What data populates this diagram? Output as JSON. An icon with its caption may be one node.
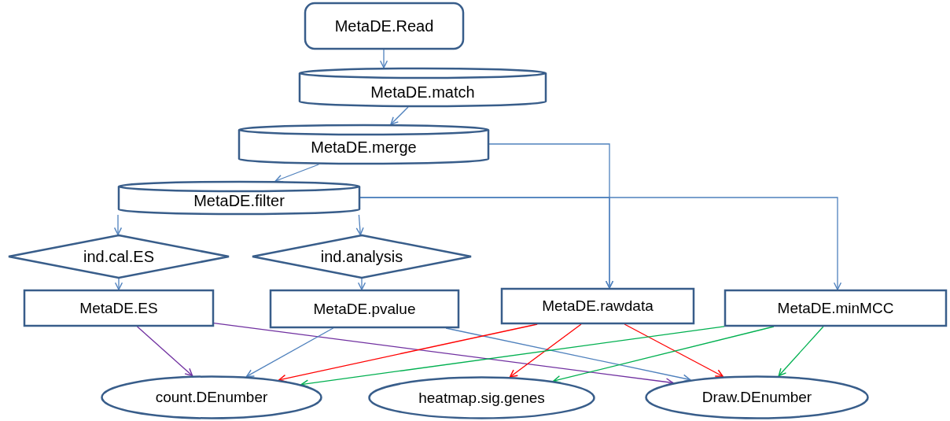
{
  "diagram": {
    "nodes": [
      {
        "text": [
          "MetaDE.Read"
        ]
      },
      {
        "text": [
          "MetaDE.match"
        ]
      },
      {
        "text": [
          "MetaDE.merge"
        ]
      },
      {
        "text": [
          "MetaDE.filter"
        ]
      },
      {
        "text": [
          "ind.cal.ES"
        ]
      },
      {
        "text": [
          "ind.analysis"
        ]
      },
      {
        "text": [
          "MetaDE.ES"
        ]
      },
      {
        "text": [
          "MetaDE.pvalue"
        ]
      },
      {
        "text": [
          "MetaDE.rawdata"
        ]
      },
      {
        "text": [
          "MetaDE.minMCC"
        ]
      },
      {
        "text": [
          "count.DEnumber"
        ]
      },
      {
        "text": [
          "heatmap.sig.genes"
        ]
      },
      {
        "text": [
          "Draw.DEnumber"
        ]
      }
    ],
    "edges": [
      {
        "from": 0,
        "to": 1,
        "arrow": "to"
      },
      {
        "from": 1,
        "to": 2,
        "arrow": "to"
      },
      {
        "from": 2,
        "to": 3,
        "arrow": "to"
      },
      {
        "from": 3,
        "to": 4,
        "arrow": "to"
      },
      {
        "from": 3,
        "to": 5,
        "arrow": "to"
      },
      {
        "from": 4,
        "to": 6,
        "arrow": "to"
      },
      {
        "from": 5,
        "to": 7,
        "arrow": "to"
      },
      {
        "from": 2,
        "to": 8,
        "arrow": "to"
      },
      {
        "from": 3,
        "to": 8,
        "arrow": "to"
      },
      {
        "from": 3,
        "to": 9,
        "arrow": "to"
      },
      {
        "from": 6,
        "to": 10,
        "arrow": "to",
        "color": "#7030a0"
      },
      {
        "from": 6,
        "to": 12,
        "arrow": "to",
        "color": "#7030a0"
      },
      {
        "from": 7,
        "to": 10,
        "arrow": "to"
      },
      {
        "from": 7,
        "to": 12,
        "arrow": "to"
      },
      {
        "from": 8,
        "to": 10,
        "arrow": "to",
        "color": "#ff0000"
      },
      {
        "from": 8,
        "to": 11,
        "arrow": "to",
        "color": "#ff0000"
      },
      {
        "from": 8,
        "to": 12,
        "arrow": "to",
        "color": "#ff0000"
      },
      {
        "from": 9,
        "to": 10,
        "arrow": "to",
        "color": "#00b050"
      },
      {
        "from": 9,
        "to": 11,
        "arrow": "to",
        "color": "#00b050"
      },
      {
        "from": 9,
        "to": 12,
        "arrow": "to",
        "color": "#00b050"
      }
    ]
  }
}
